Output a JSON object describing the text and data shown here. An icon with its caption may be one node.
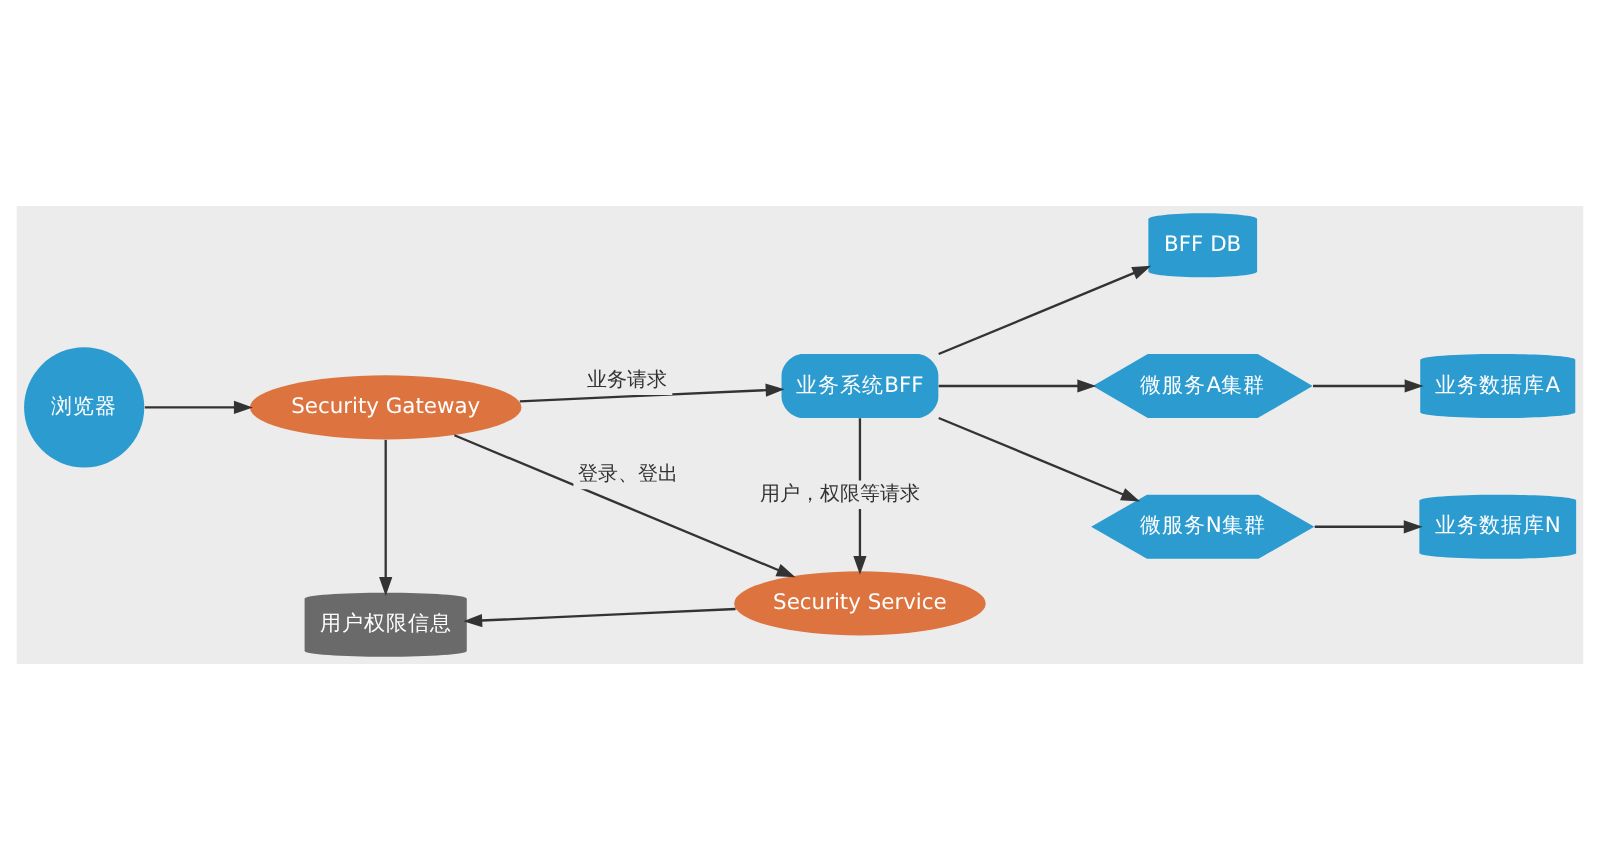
{
  "diagram": {
    "nodes": [
      {
        "text": [
          "浏览器"
        ]
      },
      {
        "text": [
          "Security Gateway"
        ]
      },
      {
        "text": [
          "BFF DB"
        ]
      },
      {
        "text": [
          "业务系统BFF"
        ]
      },
      {
        "text": [
          "用户权限信息"
        ]
      },
      {
        "text": [
          "Security Service"
        ]
      },
      {
        "text": [
          "微服务A集群"
        ]
      },
      {
        "text": [
          "微服务N集群"
        ]
      },
      {
        "text": [
          "业务数据库A"
        ]
      },
      {
        "text": [
          "业务数据库N"
        ]
      }
    ],
    "edges": [
      {
        "from": 0,
        "to": 1,
        "arrow": "to"
      },
      {
        "from": 1,
        "to": 3,
        "arrow": "to",
        "label": "业务请求"
      },
      {
        "from": 1,
        "to": 4,
        "arrow": "to"
      },
      {
        "from": 1,
        "to": 5,
        "arrow": "to",
        "label": "登录、登出"
      },
      {
        "from": 3,
        "to": 2,
        "arrow": "to"
      },
      {
        "from": 3,
        "to": 5,
        "arrow": "to",
        "label": "用户，权限等请求"
      },
      {
        "from": 3,
        "to": 6,
        "arrow": "to"
      },
      {
        "from": 3,
        "to": 7,
        "arrow": "to"
      },
      {
        "from": 6,
        "to": 8,
        "arrow": "to"
      },
      {
        "from": 7,
        "to": 9,
        "arrow": "to"
      },
      {
        "from": 5,
        "to": 4,
        "arrow": "to"
      }
    ]
  }
}
